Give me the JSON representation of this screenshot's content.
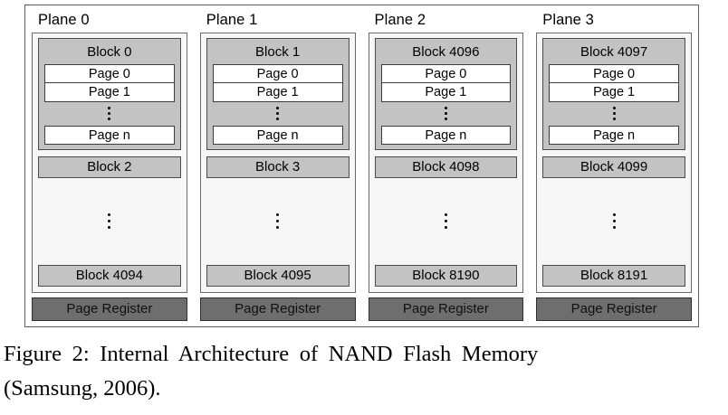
{
  "figure": {
    "caption_line1": "Figure 2:  Internal Architecture of NAND Flash Memory",
    "caption_line2": "(Samsung, 2006).",
    "ellipsis_glyph": "vertical-ellipsis"
  },
  "colors": {
    "block_fill": "#c3c3c3",
    "page_fill": "#ffffff",
    "plane_fill": "#f7f7f7",
    "page_register_fill": "#6e6e6e",
    "border": "#4a4a4a",
    "outer_border": "#5a5a5a"
  },
  "planes": [
    {
      "label": "Plane 0",
      "detail_block": {
        "title": "Block 0",
        "pages_top": [
          "Page 0",
          "Page 1"
        ],
        "page_last": "Page n"
      },
      "block_second": "Block 2",
      "block_last": "Block 4094",
      "page_register": "Page Register"
    },
    {
      "label": "Plane 1",
      "detail_block": {
        "title": "Block 1",
        "pages_top": [
          "Page 0",
          "Page 1"
        ],
        "page_last": "Page n"
      },
      "block_second": "Block 3",
      "block_last": "Block 4095",
      "page_register": "Page Register"
    },
    {
      "label": "Plane 2",
      "detail_block": {
        "title": "Block 4096",
        "pages_top": [
          "Page 0",
          "Page 1"
        ],
        "page_last": "Page n"
      },
      "block_second": "Block 4098",
      "block_last": "Block 8190",
      "page_register": "Page Register"
    },
    {
      "label": "Plane 3",
      "detail_block": {
        "title": "Block 4097",
        "pages_top": [
          "Page 0",
          "Page 1"
        ],
        "page_last": "Page n"
      },
      "block_second": "Block 4099",
      "block_last": "Block 8191",
      "page_register": "Page Register"
    }
  ]
}
